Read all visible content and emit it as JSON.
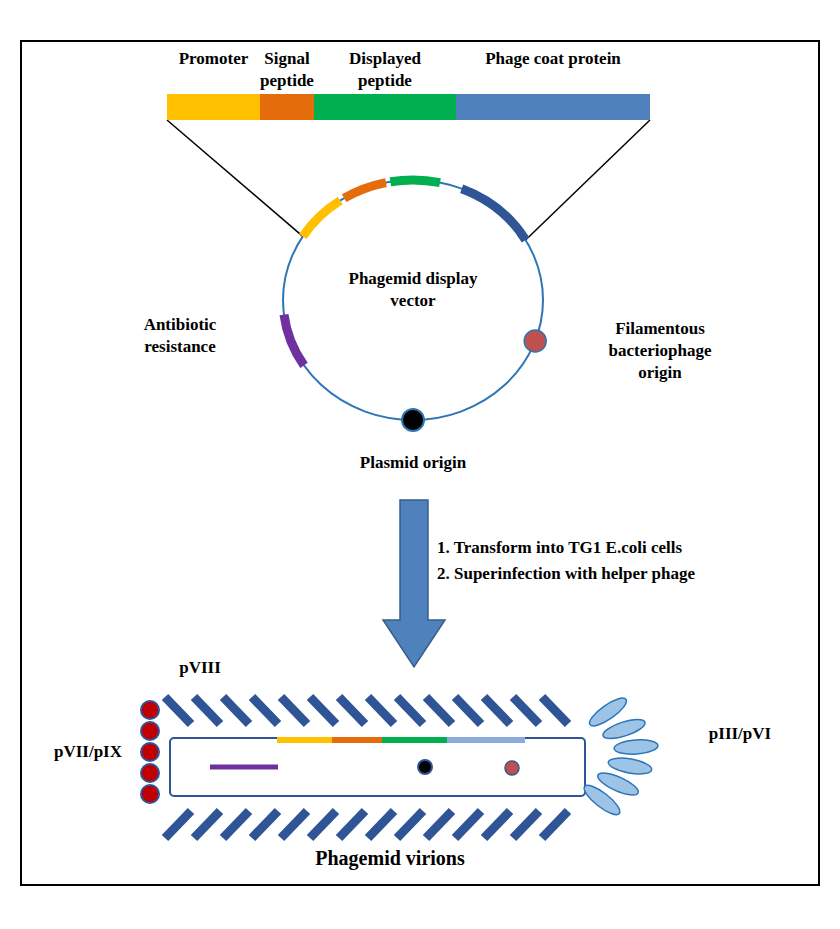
{
  "diagram": {
    "nodes": [
      {
        "text": [
          "Promoter"
        ]
      },
      {
        "text": [
          "Signal peptide"
        ]
      },
      {
        "text": [
          "Displayed peptide"
        ]
      },
      {
        "text": [
          "Phage coat protein"
        ]
      },
      {
        "text": [
          "Phagemid display vector"
        ]
      }
    ],
    "labels": [
      "Antibiotic resistance",
      "Filamentous bacteriophage origin",
      "Plasmid origin",
      "1. Transform into TG1 E.coli cells",
      "2. Superinfection with helper phage",
      "pVIII",
      "pVII/pIX",
      "pIII/pVI",
      "Phagemid virions"
    ]
  }
}
